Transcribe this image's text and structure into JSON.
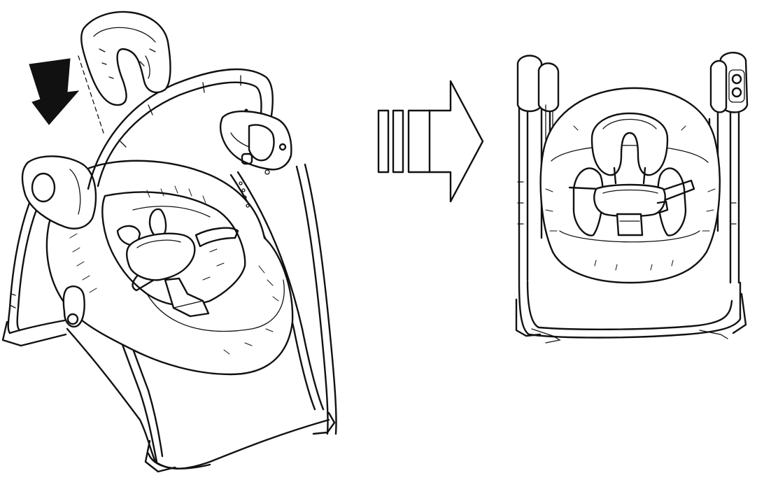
{
  "figure": {
    "panels": [
      {
        "id": "before",
        "subject": "swing-with-head-support-being-attached"
      },
      {
        "id": "after",
        "subject": "swing-with-head-support-installed"
      }
    ],
    "icons": {
      "insert_arrow": "down-arrow-icon",
      "step_arrow": "right-arrow-icon"
    },
    "colors": {
      "ink": "#111111",
      "paper": "#ffffff"
    }
  }
}
